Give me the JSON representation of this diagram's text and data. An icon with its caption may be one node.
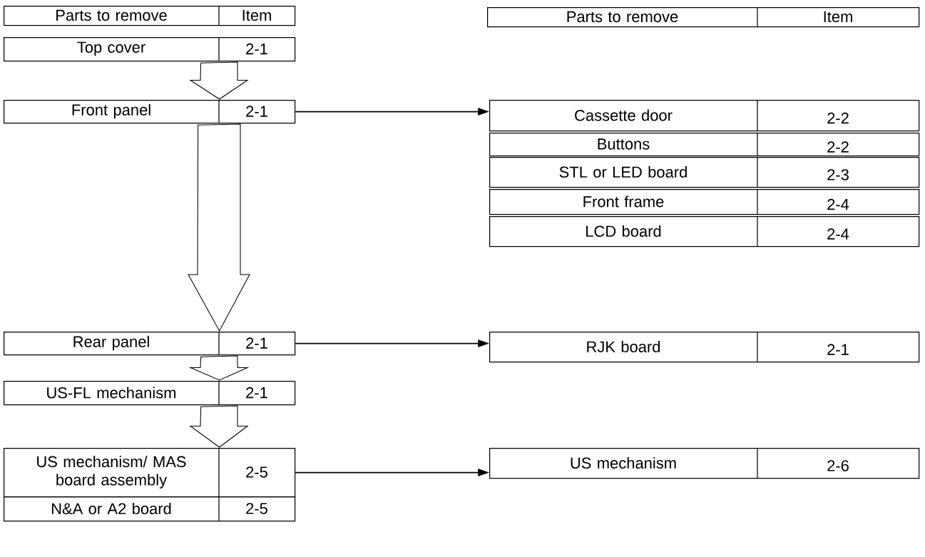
{
  "diagram": {
    "nodes": [
      {
        "text": [
          "Parts to remove",
          "Item"
        ]
      },
      {
        "text": [
          "Top cover",
          "2-1"
        ]
      },
      {
        "text": [
          "Front panel",
          "2-1"
        ]
      },
      {
        "text": [
          "Rear panel",
          "2-1"
        ]
      },
      {
        "text": [
          "US-FL mechanism",
          "2-1"
        ]
      },
      {
        "text": [
          "US mechanism/ MAS board assembly",
          "2-5"
        ]
      },
      {
        "text": [
          "N&A or A2 board",
          "2-5"
        ]
      },
      {
        "text": [
          "Parts to remove",
          "Item"
        ]
      },
      {
        "text": [
          "Cassette door",
          "2-2"
        ]
      },
      {
        "text": [
          "Buttons",
          "2-2"
        ]
      },
      {
        "text": [
          "STL or LED board",
          "2-3"
        ]
      },
      {
        "text": [
          "Front frame",
          "2-4"
        ]
      },
      {
        "text": [
          "LCD board",
          "2-4"
        ]
      },
      {
        "text": [
          "RJK board",
          "2-1"
        ]
      },
      {
        "text": [
          "US mechanism",
          "2-6"
        ]
      }
    ],
    "edges": [
      {
        "from": 1,
        "to": 2,
        "arrow": "to",
        "style": "thick"
      },
      {
        "from": 2,
        "to": 3,
        "arrow": "to",
        "style": "thick"
      },
      {
        "from": 3,
        "to": 4,
        "arrow": "to",
        "style": "thick"
      },
      {
        "from": 4,
        "to": 5,
        "arrow": "to",
        "style": "thick"
      },
      {
        "from": 2,
        "to": 8,
        "arrow": "to"
      },
      {
        "from": 3,
        "to": 13,
        "arrow": "to"
      },
      {
        "from": 5,
        "to": 14,
        "arrow": "to"
      }
    ]
  }
}
